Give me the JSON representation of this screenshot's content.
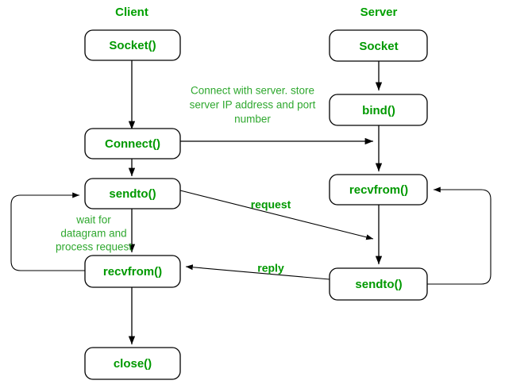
{
  "diagram": {
    "title_hidden": "UDP Client-Server Socket Flow",
    "colors": {
      "label_green": "#009900",
      "header_green": "#00a000",
      "note_green": "#2fa82f",
      "line_black": "#000000",
      "background": "#ffffff"
    },
    "columns": [
      {
        "id": "client",
        "label": "Client"
      },
      {
        "id": "server",
        "label": "Server"
      }
    ],
    "client_boxes": [
      {
        "id": "client-socket",
        "label": "Socket()"
      },
      {
        "id": "client-connect",
        "label": "Connect()"
      },
      {
        "id": "client-sendto",
        "label": "sendto()"
      },
      {
        "id": "client-recvfrom",
        "label": "recvfrom()"
      },
      {
        "id": "client-close",
        "label": "close()"
      }
    ],
    "server_boxes": [
      {
        "id": "server-socket",
        "label": "Socket"
      },
      {
        "id": "server-bind",
        "label": "bind()"
      },
      {
        "id": "server-recvfrom",
        "label": "recvfrom()"
      },
      {
        "id": "server-sendto",
        "label": "sendto()"
      }
    ],
    "notes": [
      {
        "id": "connect-note",
        "lines": [
          "Connect with server. store",
          "server IP address and port",
          "number"
        ]
      },
      {
        "id": "wait-note",
        "lines": [
          "wait for",
          "datagram and",
          "process request"
        ]
      }
    ],
    "flow_labels": [
      {
        "id": "request-label",
        "label": "request"
      },
      {
        "id": "reply-label",
        "label": "reply"
      }
    ]
  }
}
